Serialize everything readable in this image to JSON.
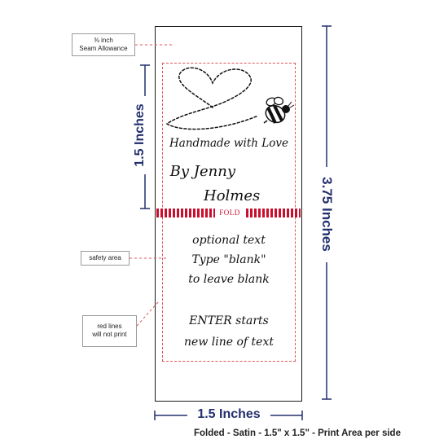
{
  "label": {
    "tagline": "Handmade with Love",
    "name_line_1": "By Jenny",
    "name_line_2": "Holmes",
    "fold_label": "FOLD",
    "optional_lines": [
      "optional text",
      "Type \"blank\"",
      "to leave blank"
    ],
    "enter_lines": [
      "ENTER starts",
      "new line of text"
    ]
  },
  "callouts": {
    "seam_allowance": {
      "fraction": "⅜ inch",
      "text": "Seam Allowance"
    },
    "safety_area": "safety area",
    "red_lines": {
      "line1": "red lines",
      "line2": "will not print"
    }
  },
  "dimensions": {
    "height": "1.5 Inches",
    "length": "3.75 Inches",
    "width": "1.5 Inches"
  },
  "caption": "Folded - Satin - 1.5\" x 1.5\" - Print Area per side",
  "colors": {
    "dimension": "#23306e",
    "fold": "#c8102e",
    "guide_dash": "#e0535b",
    "outline": "#1a1a1a"
  },
  "icons": [
    "heart-trail-icon",
    "bee-icon"
  ]
}
